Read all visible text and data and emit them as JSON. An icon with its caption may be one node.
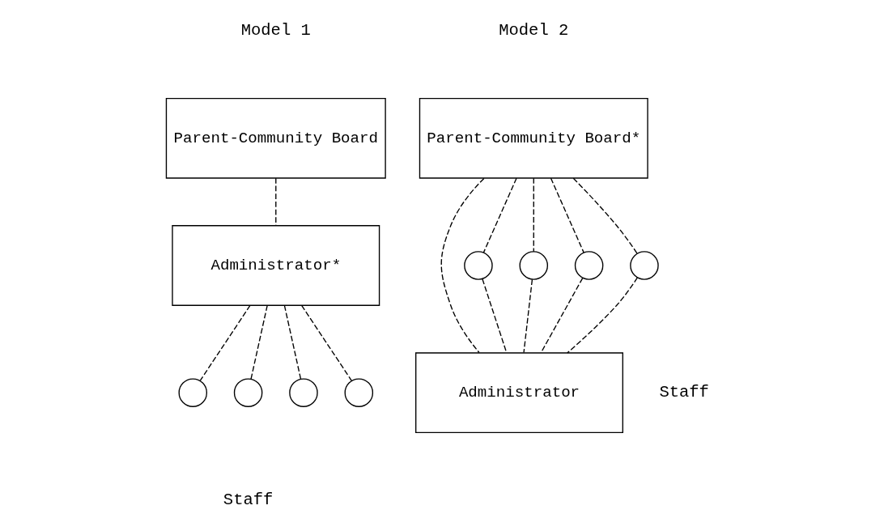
{
  "diagram": {
    "nodes": [
      {
        "text": [
          "Parent-Community Board"
        ]
      },
      {
        "text": [
          "Administrator*"
        ]
      },
      {
        "text": [],
        "shape": "circle"
      },
      {
        "text": [],
        "shape": "circle"
      },
      {
        "text": [],
        "shape": "circle"
      },
      {
        "text": [],
        "shape": "circle"
      },
      {
        "text": [
          "Parent-Community Board*"
        ]
      },
      {
        "text": [
          "Administrator"
        ]
      },
      {
        "text": [],
        "shape": "circle"
      },
      {
        "text": [],
        "shape": "circle"
      },
      {
        "text": [],
        "shape": "circle"
      },
      {
        "text": [],
        "shape": "circle"
      }
    ],
    "edges": [
      {
        "from": 0,
        "to": 1,
        "arrow": "none",
        "style": "dashed"
      },
      {
        "from": 1,
        "to": 2,
        "arrow": "none",
        "style": "dashed"
      },
      {
        "from": 1,
        "to": 3,
        "arrow": "none",
        "style": "dashed"
      },
      {
        "from": 1,
        "to": 4,
        "arrow": "none",
        "style": "dashed"
      },
      {
        "from": 1,
        "to": 5,
        "arrow": "none",
        "style": "dashed"
      },
      {
        "from": 6,
        "to": 7,
        "arrow": "none",
        "style": "dashed"
      },
      {
        "from": 6,
        "to": 8,
        "arrow": "none",
        "style": "dashed"
      },
      {
        "from": 8,
        "to": 7,
        "arrow": "none",
        "style": "dashed"
      },
      {
        "from": 6,
        "to": 9,
        "arrow": "none",
        "style": "dashed"
      },
      {
        "from": 9,
        "to": 7,
        "arrow": "none",
        "style": "dashed"
      },
      {
        "from": 6,
        "to": 10,
        "arrow": "none",
        "style": "dashed"
      },
      {
        "from": 10,
        "to": 7,
        "arrow": "none",
        "style": "dashed"
      },
      {
        "from": 6,
        "to": 11,
        "arrow": "none",
        "style": "dashed"
      },
      {
        "from": 11,
        "to": 7,
        "arrow": "none",
        "style": "dashed"
      }
    ],
    "labels": [
      "Model 1",
      "Model 2",
      "Staff",
      "Staff"
    ]
  }
}
